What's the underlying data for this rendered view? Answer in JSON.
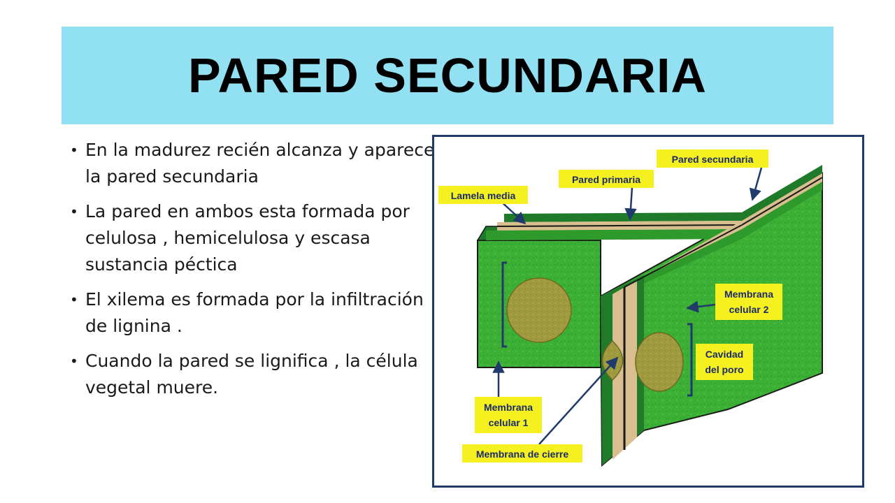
{
  "slide": {
    "title": "PARED SECUNDARIA",
    "bullets": [
      "En la madurez recién alcanza y aparece la pared secundaria",
      "La pared en ambos esta formada por celulosa , hemicelulosa y escasa sustancia péctica",
      "El xilema es formada por la infiltración de lignina .",
      "Cuando la pared se lignifica , la célula vegetal muere."
    ]
  },
  "diagram": {
    "labels": {
      "pared_secundaria": "Pared secundaria",
      "pared_primaria": "Pared primaria",
      "lamela_media": "Lamela media",
      "membrana_celular_2_line1": "Membrana",
      "membrana_celular_2_line2": "celular 2",
      "cavidad_line1": "Cavidad",
      "cavidad_line2": "del poro",
      "membrana_celular_1_line1": "Membrana",
      "membrana_celular_1_line2": "celular 1",
      "membrana_cierre": "Membrana de cierre"
    },
    "colors": {
      "wall_green": "#3cb035",
      "wall_dark_green": "#1f7a2a",
      "lamella_tan": "#d9bf8f",
      "pit_olive": "#a09a3e",
      "label_yellow": "#f5f020",
      "arrow_navy": "#1f3a6b",
      "title_band": "#91e1f2"
    }
  }
}
